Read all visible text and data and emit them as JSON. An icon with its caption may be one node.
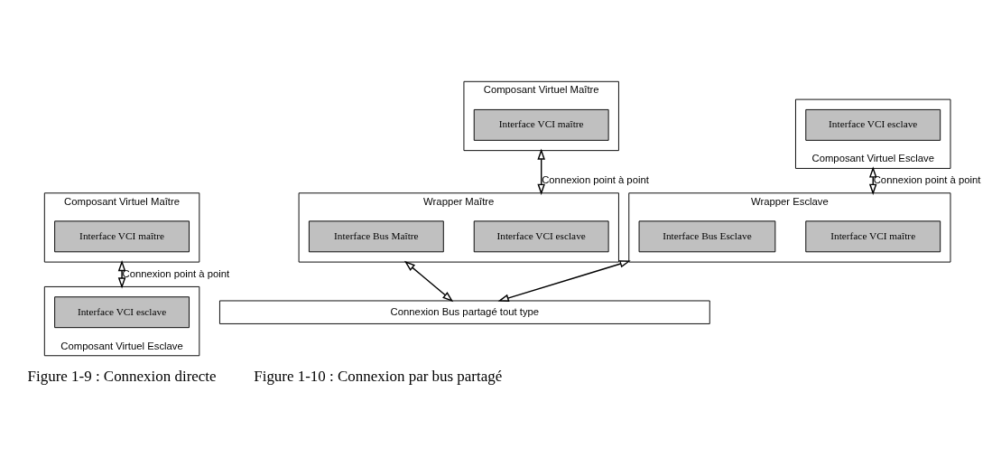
{
  "diagram": {
    "nodes": [
      {
        "text": [
          "Composant Virtuel Maître"
        ]
      },
      {
        "text": [
          "Interface VCI maître"
        ],
        "in": 0
      },
      {
        "text": [
          "Composant Virtuel Esclave"
        ]
      },
      {
        "text": [
          "Interface VCI esclave"
        ],
        "in": 2
      },
      {
        "text": [
          "Composant Virtuel Maître"
        ]
      },
      {
        "text": [
          "Interface VCI maître"
        ],
        "in": 4
      },
      {
        "text": [
          "Composant Virtuel Esclave"
        ]
      },
      {
        "text": [
          "Interface VCI esclave"
        ],
        "in": 6
      },
      {
        "text": [
          "Wrapper Maître"
        ]
      },
      {
        "text": [
          "Interface VCI esclave"
        ],
        "in": 8
      },
      {
        "text": [
          "Interface Bus Maître"
        ],
        "in": 8
      },
      {
        "text": [
          "Wrapper Esclave"
        ]
      },
      {
        "text": [
          "Interface VCI maître"
        ],
        "in": 11
      },
      {
        "text": [
          "Interface Bus Esclave"
        ],
        "in": 11
      },
      {
        "text": [
          "Connexion Bus partagé tout type"
        ]
      }
    ],
    "edges": [
      {
        "from": 0,
        "to": 2,
        "arrow": "both",
        "label": "Connexion point à point"
      },
      {
        "from": 4,
        "to": 8,
        "arrow": "both",
        "label": "Connexion point à point"
      },
      {
        "from": 6,
        "to": 11,
        "arrow": "both",
        "label": "Connexion point à point"
      },
      {
        "from": 8,
        "to": 14,
        "arrow": "both"
      },
      {
        "from": 11,
        "to": 14,
        "arrow": "both"
      }
    ],
    "labels": [
      "Figure 1-9 : Connexion directe",
      "Figure 1-10 : Connexion par bus partagé"
    ]
  }
}
